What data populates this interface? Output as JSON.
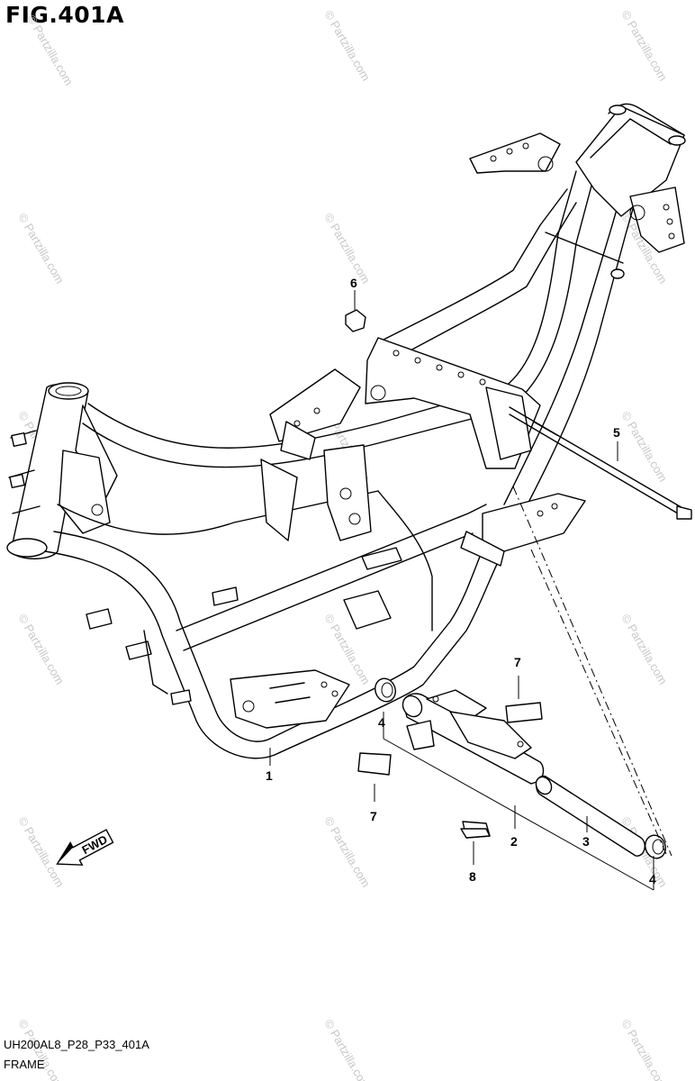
{
  "figure": {
    "title": "FIG.401A"
  },
  "footer": {
    "code": "UH200AL8_P28_P33_401A",
    "name": "FRAME"
  },
  "watermark": {
    "text": "© Partzilla.com"
  },
  "direction_label": "FWD",
  "callouts": {
    "c1": "1",
    "c2": "2",
    "c3": "3",
    "c4a": "4",
    "c4b": "4",
    "c5": "5",
    "c6": "6",
    "c7a": "7",
    "c7b": "7",
    "c8": "8"
  }
}
